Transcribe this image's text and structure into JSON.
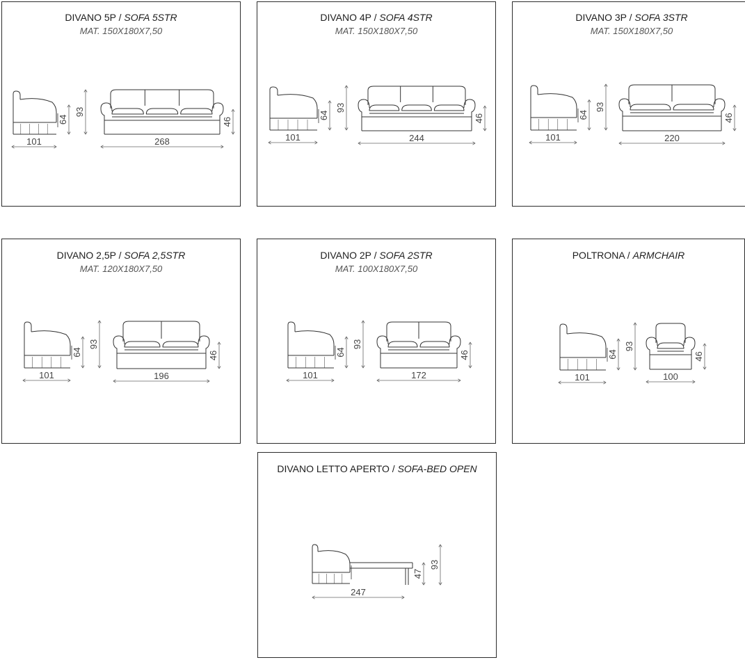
{
  "panels": [
    {
      "id": "sofa-5str",
      "title_it": "DIVANO 5P",
      "title_en": "SOFA 5STR",
      "mat": "MAT. 150X180X7,50",
      "dims": {
        "side_depth": "101",
        "seat_height": "64",
        "total_height": "93",
        "width": "268",
        "arm_height": "46"
      }
    },
    {
      "id": "sofa-4str",
      "title_it": "DIVANO 4P",
      "title_en": "SOFA 4STR",
      "mat": "MAT. 150X180X7,50",
      "dims": {
        "side_depth": "101",
        "seat_height": "64",
        "total_height": "93",
        "width": "244",
        "arm_height": "46"
      }
    },
    {
      "id": "sofa-3str",
      "title_it": "DIVANO 3P",
      "title_en": "SOFA 3STR",
      "mat": "MAT. 150X180X7,50",
      "dims": {
        "side_depth": "101",
        "seat_height": "64",
        "total_height": "93",
        "width": "220",
        "arm_height": "46"
      }
    },
    {
      "id": "sofa-2-5str",
      "title_it": "DIVANO 2,5P",
      "title_en": "SOFA 2,5STR",
      "mat": "MAT. 120X180X7,50",
      "dims": {
        "side_depth": "101",
        "seat_height": "64",
        "total_height": "93",
        "width": "196",
        "arm_height": "46"
      }
    },
    {
      "id": "sofa-2str",
      "title_it": "DIVANO 2P",
      "title_en": "SOFA 2STR",
      "mat": "MAT. 100X180X7,50",
      "dims": {
        "side_depth": "101",
        "seat_height": "64",
        "total_height": "93",
        "width": "172",
        "arm_height": "46"
      }
    },
    {
      "id": "armchair",
      "title_it": "POLTRONA",
      "title_en": "ARMCHAIR",
      "mat": "",
      "dims": {
        "side_depth": "101",
        "seat_height": "64",
        "total_height": "93",
        "width": "100",
        "arm_height": "46"
      }
    },
    {
      "id": "sofa-bed-open",
      "title_it": "DIVANO LETTO APERTO",
      "title_en": "SOFA-BED OPEN",
      "mat": "",
      "dims": {
        "length": "247",
        "bed_height": "47",
        "total_height": "93"
      }
    }
  ],
  "separator": " / ",
  "colors": {
    "line": "#333333",
    "dim_line": "#666666",
    "dim_text": "#555555",
    "border": "#2b2b2b"
  }
}
